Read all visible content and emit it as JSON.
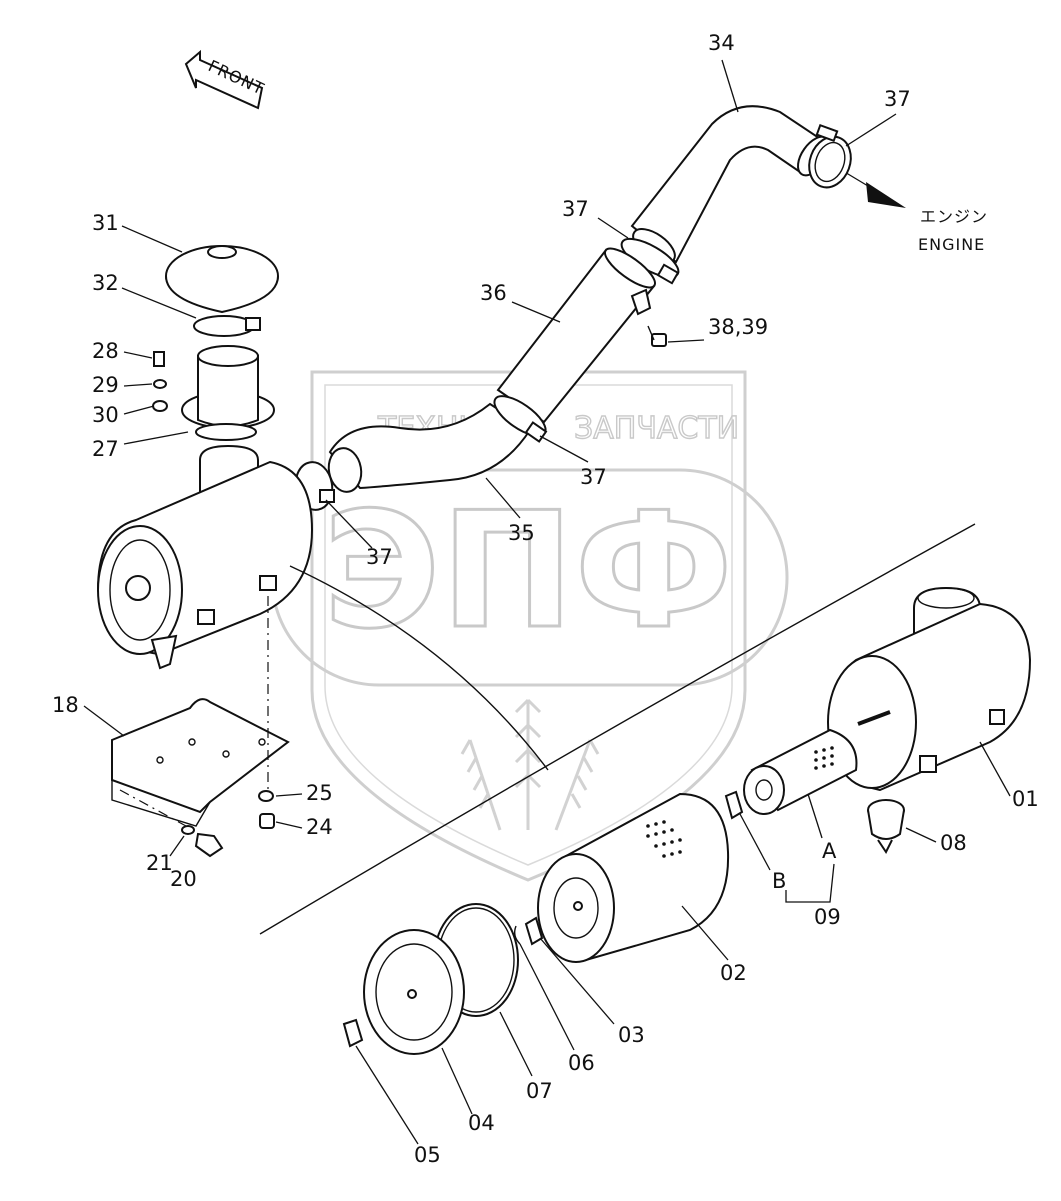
{
  "direction": {
    "front": "FRONT"
  },
  "engine": {
    "japanese": "エンジン",
    "english": "ENGINE"
  },
  "watermark": {
    "left_word": "ТЕХНИКА",
    "right_word": "ЗАПЧАСТИ",
    "logo": "ЭПФ"
  },
  "callouts": [
    "34",
    "37",
    "31",
    "32",
    "37",
    "36",
    "38,39",
    "28",
    "29",
    "30",
    "27",
    "37",
    "35",
    "37",
    "18",
    "25",
    "24",
    "21",
    "20",
    "01",
    "08",
    "A",
    "B",
    "09",
    "02",
    "03",
    "06",
    "07",
    "04",
    "05"
  ]
}
